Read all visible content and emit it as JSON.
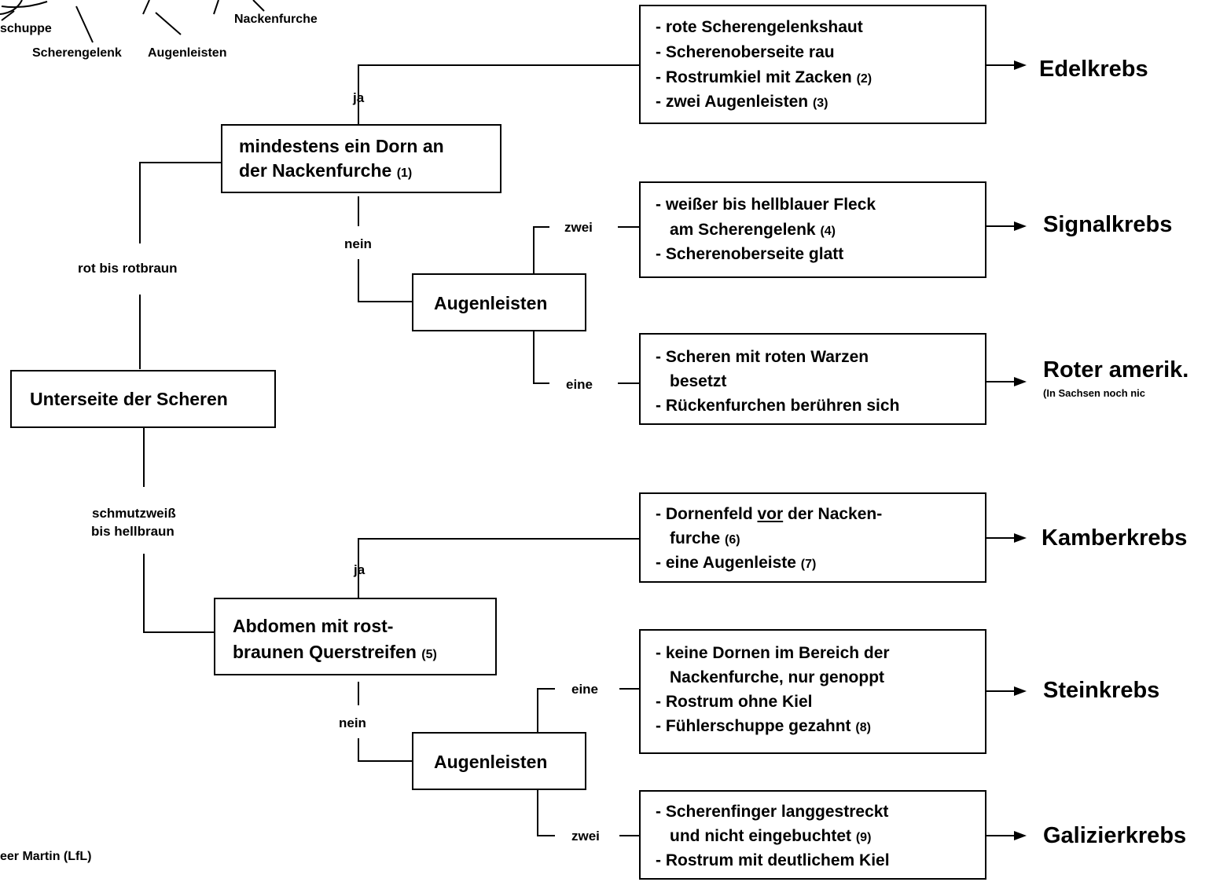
{
  "top_labels": {
    "schuppe": "schuppe",
    "scherengelenk": "Scherengelenk",
    "augenleisten": "Augenleisten",
    "nackenfurche": "Nackenfurche"
  },
  "credit": "eer Martin (LfL)",
  "nodes": {
    "unterseite": "Unterseite der Scheren",
    "dorn_l1": "mindestens ein Dorn an",
    "dorn_l2": "der Nackenfurche",
    "dorn_ref": "(1)",
    "augen1": "Augenleisten",
    "abdomen_l1": "Abdomen mit rost-",
    "abdomen_l2": "braunen Querstreifen",
    "abdomen_ref": "(5)",
    "augen2": "Augenleisten"
  },
  "branches": {
    "rot": "rot bis rotbraun",
    "schmutz_l1": "schmutzweiß",
    "schmutz_l2": "bis hellbraun",
    "ja1": "ja",
    "nein1": "nein",
    "zwei1": "zwei",
    "eine1": "eine",
    "ja2": "ja",
    "nein2": "nein",
    "eine2": "eine",
    "zwei2": "zwei"
  },
  "features": {
    "edel": {
      "l1": "- rote Scherengelenkshaut",
      "l2": "- Scherenoberseite rau",
      "l3": "- Rostrumkiel mit Zacken",
      "l3_ref": "(2)",
      "l4": "- zwei Augenleisten",
      "l4_ref": "(3)"
    },
    "signal": {
      "l1": "- weißer bis  hellblauer Fleck",
      "l2": "am Scherengelenk",
      "l2_ref": "(4)",
      "l3": "- Scherenoberseite glatt"
    },
    "roter": {
      "l1": "- Scheren mit roten Warzen",
      "l2": "besetzt",
      "l3": "- Rückenfurchen berühren sich"
    },
    "kamber": {
      "l1_a": "- Dornenfeld ",
      "l1_u": "vor",
      "l1_b": " der Nacken-",
      "l2": "furche",
      "l2_ref": "(6)",
      "l3": "- eine Augenleiste",
      "l3_ref": "(7)"
    },
    "stein": {
      "l1": "- keine Dornen im Bereich der",
      "l2": "Nackenfurche, nur genoppt",
      "l3": "- Rostrum ohne Kiel",
      "l4": "- Fühlerschuppe gezahnt",
      "l4_ref": "(8)"
    },
    "galizier": {
      "l1": "- Scherenfinger langgestreckt",
      "l2": "und nicht eingebuchtet",
      "l2_ref": "(9)",
      "l3": "- Rostrum mit deutlichem Kiel"
    }
  },
  "results": {
    "edel": "Edelkrebs",
    "signal": "Signalkrebs",
    "roter": "Roter amerik.",
    "roter_note": "(In Sachsen noch nic",
    "kamber": "Kamberkrebs",
    "stein": "Steinkrebs",
    "galizier": "Galizierkrebs"
  }
}
